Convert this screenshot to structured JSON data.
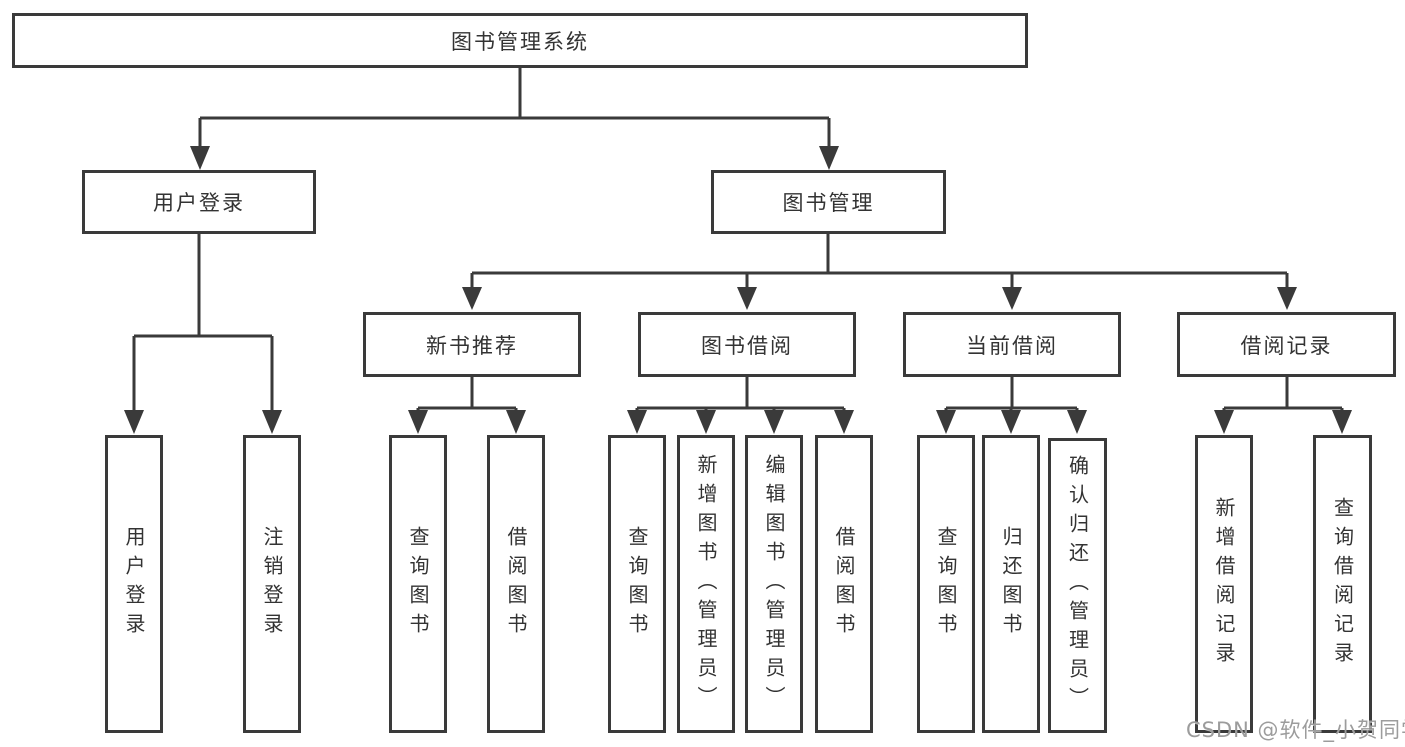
{
  "colors": {
    "line": "#3a3a3a",
    "box_border": "#3a3a3a",
    "text": "#333333",
    "background": "#ffffff",
    "watermark": "#9c9c9c"
  },
  "root": {
    "label": "图书管理系统"
  },
  "level2": [
    {
      "label": "用户登录"
    },
    {
      "label": "图书管理"
    }
  ],
  "level3": [
    {
      "label": "新书推荐"
    },
    {
      "label": "图书借阅"
    },
    {
      "label": "当前借阅"
    },
    {
      "label": "借阅记录"
    }
  ],
  "leaves": {
    "user": [
      "用户登录",
      "注销登录"
    ],
    "recommend": [
      "查询图书",
      "借阅图书"
    ],
    "borrow": [
      "查询图书",
      "新增图书（管理员）",
      "编辑图书（管理员）",
      "借阅图书"
    ],
    "current": [
      "查询图书",
      "归还图书",
      "确认归还（管理员）"
    ],
    "records": [
      "新增借阅记录",
      "查询借阅记录"
    ]
  },
  "watermark": {
    "text": "CSDN @软件_小贺同学"
  }
}
